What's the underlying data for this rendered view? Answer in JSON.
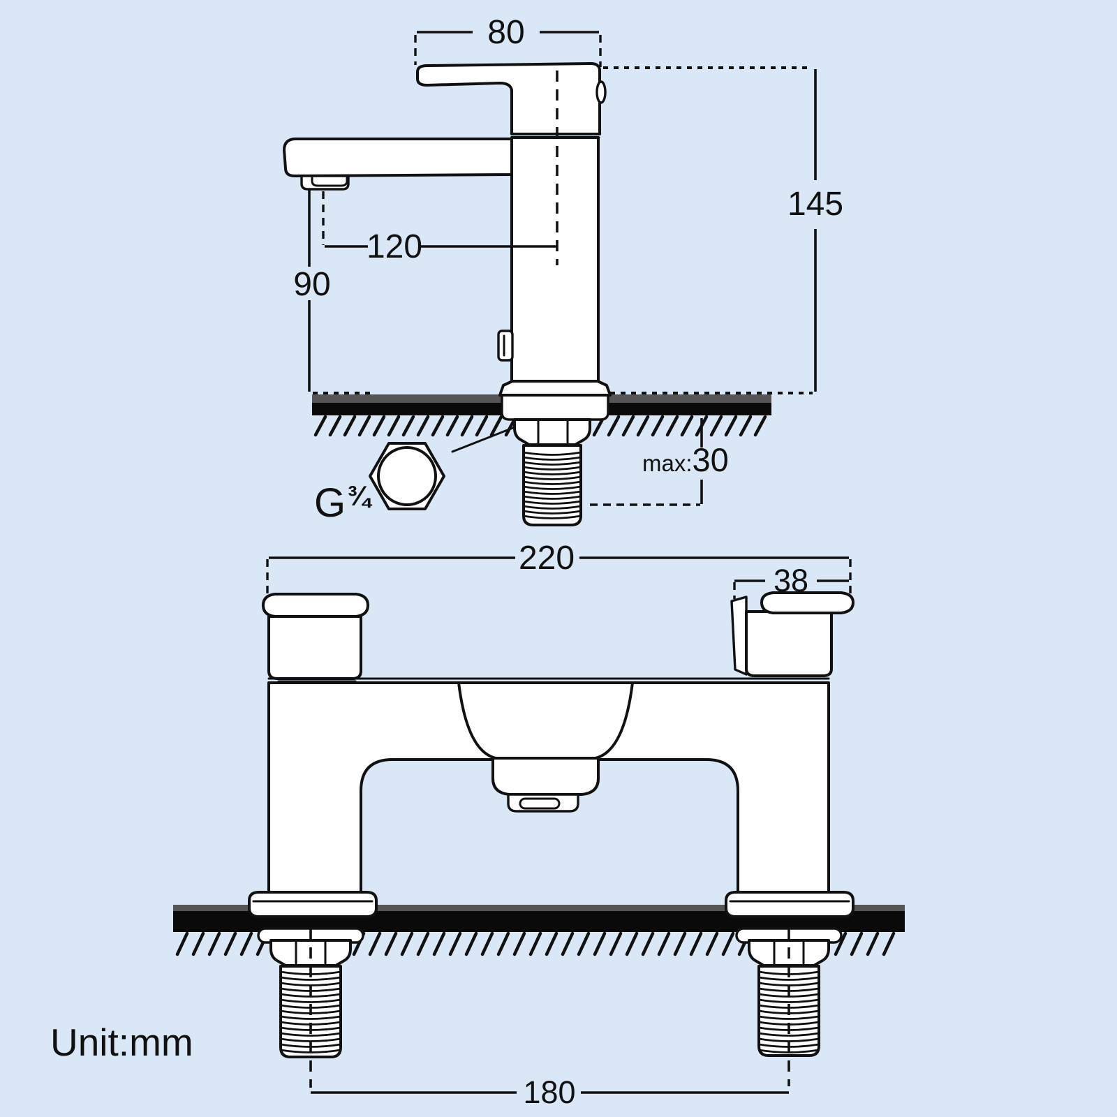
{
  "diagram": {
    "unit_label": "Unit:mm",
    "side_view": {
      "handle_length": "80",
      "spout_reach": "120",
      "spout_height": "90",
      "overall_height": "145",
      "max_mount_prefix": "max:",
      "max_mount_value": "30",
      "thread_letter": "G",
      "thread_fraction": "¾"
    },
    "front_view": {
      "overall_width": "220",
      "body_depth": "38",
      "inlet_centres": "180"
    },
    "colors": {
      "background": "#d9e7f6",
      "line": "#111111",
      "deck_black": "#0a0a0a",
      "deck_gray": "#565656"
    }
  }
}
